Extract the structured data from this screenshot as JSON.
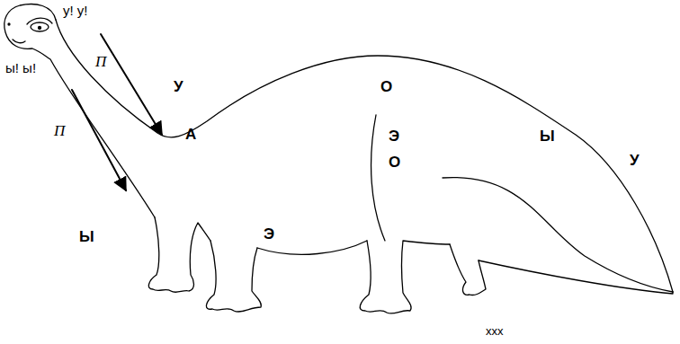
{
  "diagram": {
    "labels": [
      "у! у!",
      "ы! ы!",
      "П",
      "У",
      "О",
      "П",
      "А",
      "Э",
      "О",
      "Ы",
      "У",
      "Ы",
      "Э",
      "ххх"
    ]
  }
}
